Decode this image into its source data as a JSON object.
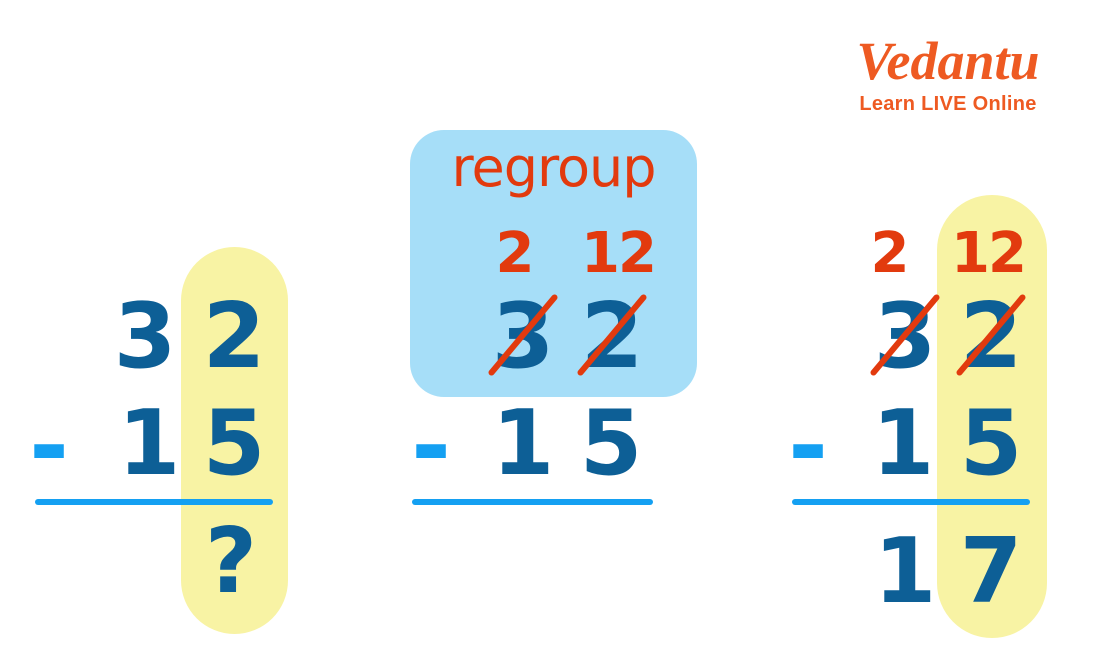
{
  "logo": {
    "brand": "Vedantu",
    "tagline": "Learn LIVE Online"
  },
  "colors": {
    "digit_blue": "#0d5f96",
    "bright_blue": "#14a0f2",
    "red": "#e23a0e",
    "highlight_yellow": "#f8f3a4",
    "regroup_box_blue": "#a6def8",
    "brand_orange": "#ee5a22"
  },
  "steps": {
    "one": {
      "minuend": {
        "tens": "3",
        "ones": "2"
      },
      "operator": "-",
      "subtrahend": {
        "tens": "1",
        "ones": "5"
      },
      "result": {
        "ones": "?"
      }
    },
    "two": {
      "label": "regroup",
      "carry": {
        "tens": "2",
        "ones": "12"
      },
      "minuend": {
        "tens": "3",
        "ones": "2"
      },
      "operator": "-",
      "subtrahend": {
        "tens": "1",
        "ones": "5"
      }
    },
    "three": {
      "carry": {
        "tens": "2",
        "ones": "12"
      },
      "minuend": {
        "tens": "3",
        "ones": "2"
      },
      "operator": "-",
      "subtrahend": {
        "tens": "1",
        "ones": "5"
      },
      "result": {
        "tens": "1",
        "ones": "7"
      }
    }
  }
}
